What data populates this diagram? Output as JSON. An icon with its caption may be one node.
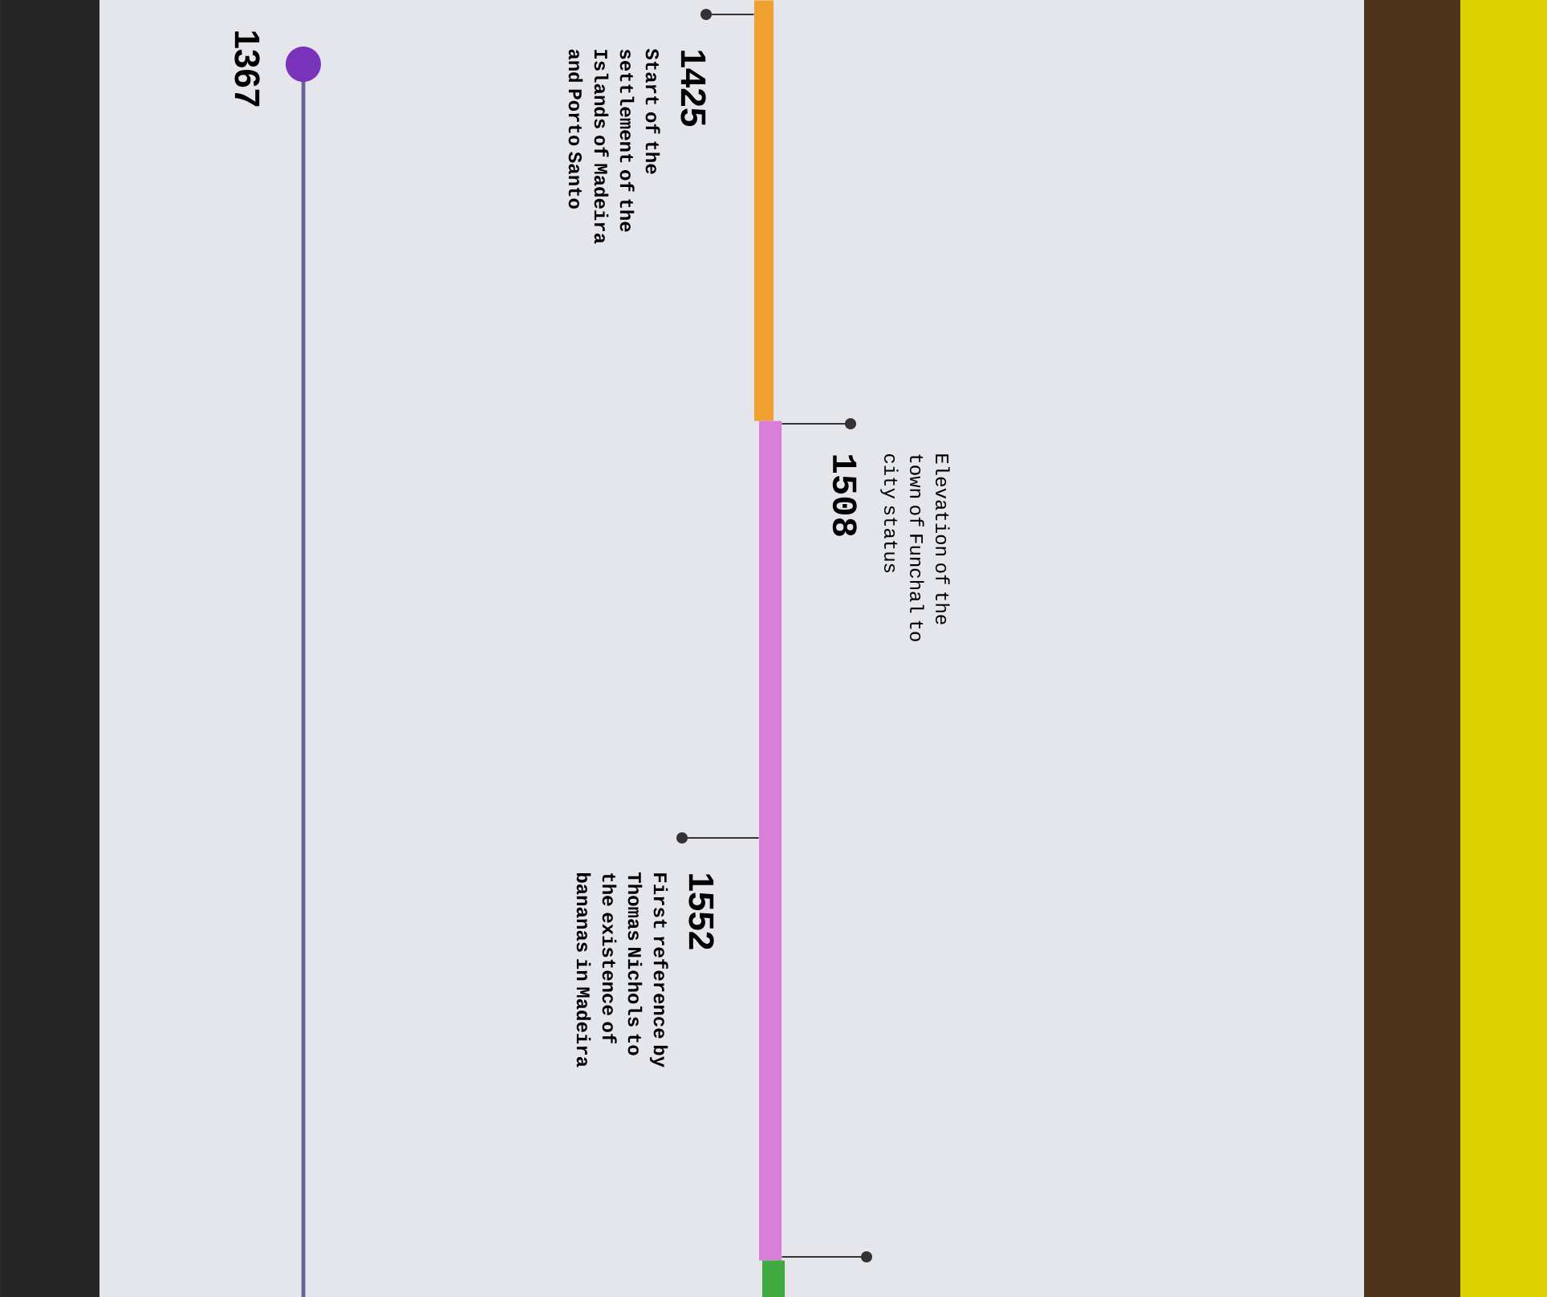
{
  "diagram": {
    "nodes": [
      {
        "text": [
          "1367"
        ]
      },
      {
        "text": [
          "1425",
          "Start of the settlement of the Islands of Madeira and Porto Santo"
        ]
      },
      {
        "text": [
          "1508",
          "Elevation of the town of Funchal to city status"
        ]
      },
      {
        "text": [
          "1552",
          "First reference by Thomas Nichols to the existence of bananas in Madeira"
        ]
      },
      {
        "text": [],
        "shape": "bar"
      },
      {
        "text": [],
        "shape": "bar"
      },
      {
        "text": [],
        "shape": "bar"
      }
    ],
    "edges": [
      {
        "from": 1,
        "to": 4,
        "arrow": "other"
      },
      {
        "from": 2,
        "to": 5,
        "arrow": "other"
      },
      {
        "from": 3,
        "to": 5,
        "arrow": "other"
      },
      {
        "from": null,
        "to": 5,
        "arrow": "other"
      }
    ]
  }
}
